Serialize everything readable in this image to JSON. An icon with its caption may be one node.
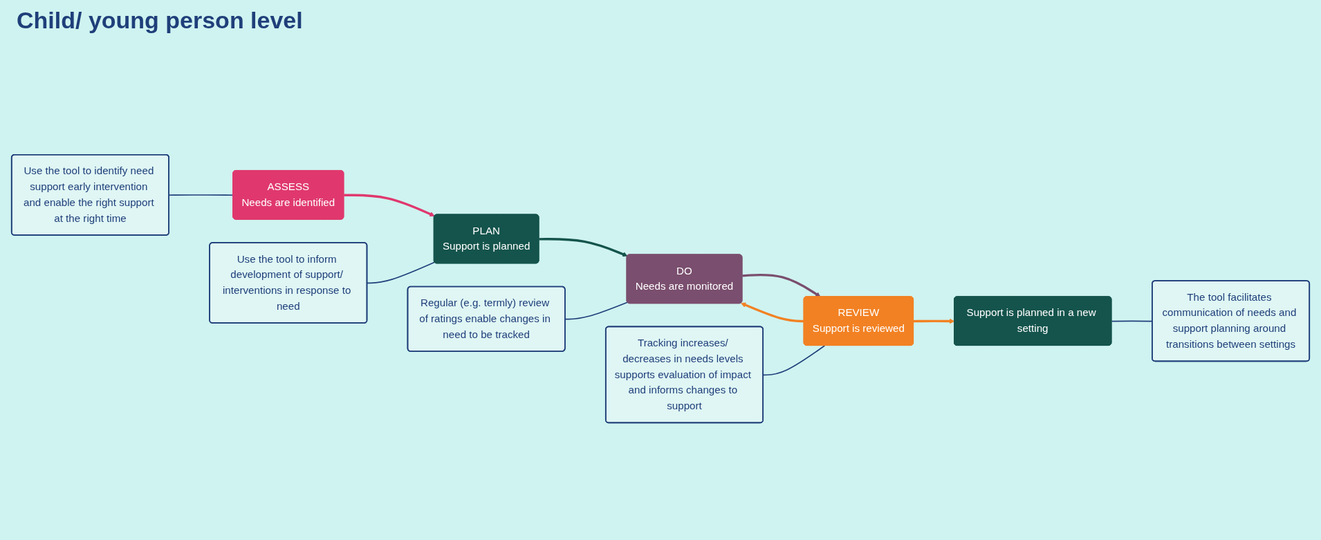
{
  "diagram": {
    "title": "Child/ young person level",
    "nodes": [
      {
        "text": [
          "ASSESS",
          "Needs are identified"
        ]
      },
      {
        "text": [
          "PLAN",
          "Support is planned"
        ]
      },
      {
        "text": [
          "DO",
          "Needs are monitored"
        ]
      },
      {
        "text": [
          "Regular (e.g. termly) review of ratings enable changes in need to be tracked"
        ]
      },
      {
        "text": [
          "Use the tool to identify need support early intervention and enable the right support at the right time"
        ]
      },
      {
        "text": [
          "Use the tool to inform development of support/ interventions in response to need"
        ]
      },
      {
        "text": [
          "The tool facilitates communication of needs and support planning around transitions between settings"
        ]
      },
      {
        "text": [
          "REVIEW",
          "Support is reviewed"
        ]
      },
      {
        "text": [
          "Tracking increases/ decreases in needs levels supports evaluation of impact and informs changes to support"
        ]
      },
      {
        "text": [
          "Support is planned in a new setting"
        ]
      }
    ],
    "edges": [
      {
        "from": 0,
        "to": 1,
        "arrow": "to",
        "color": "#e0386e"
      },
      {
        "from": 1,
        "to": 2,
        "arrow": "to",
        "color": "#14544c"
      },
      {
        "from": 2,
        "to": 7,
        "arrow": "to",
        "color": "#7a4e6e"
      },
      {
        "from": 7,
        "to": 2,
        "arrow": "to",
        "color": "#f28123"
      },
      {
        "from": 7,
        "to": 9,
        "arrow": "to",
        "color": "#f28123"
      },
      {
        "from": 3,
        "to": 2,
        "arrow": "none"
      },
      {
        "from": 4,
        "to": 0,
        "arrow": "none"
      },
      {
        "from": 5,
        "to": 1,
        "arrow": "none"
      },
      {
        "from": 9,
        "to": 6,
        "arrow": "none"
      },
      {
        "from": 8,
        "to": 7,
        "arrow": "none"
      }
    ]
  }
}
